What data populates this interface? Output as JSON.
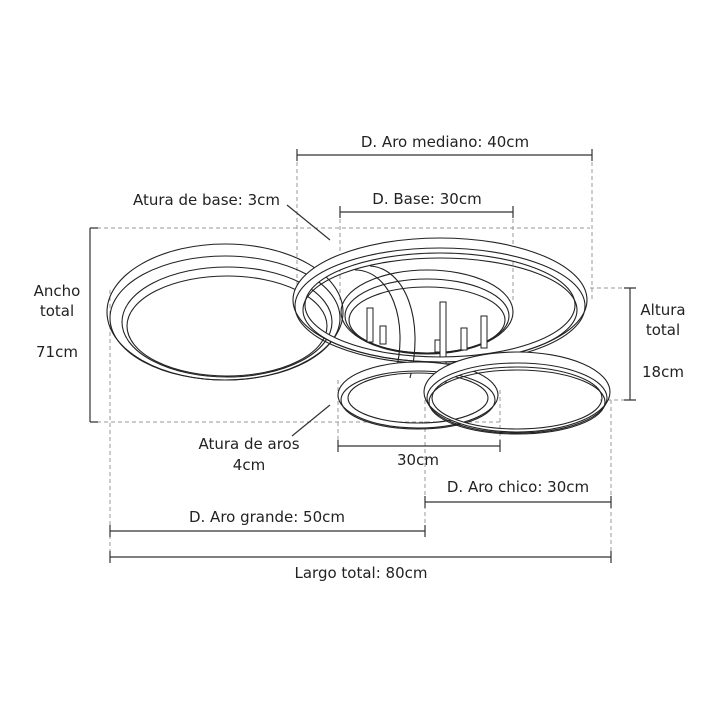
{
  "labels": {
    "medium_ring_diameter": "D. Aro mediano: 40cm",
    "base_height": "Atura de base: 3cm",
    "base_diameter": "D. Base: 30cm",
    "total_width_line1": "Ancho",
    "total_width_line2": "total",
    "total_width_value": "71cm",
    "total_height_line1": "Altura",
    "total_height_line2": "total",
    "total_height_value": "18cm",
    "ring_height_line1": "Atura de aros",
    "ring_height_line2": "4cm",
    "small_ring_offset": "30cm",
    "small_ring_diameter": "D. Aro chico: 30cm",
    "large_ring_diameter": "D. Aro grande: 50cm",
    "total_length": "Largo total: 80cm"
  }
}
